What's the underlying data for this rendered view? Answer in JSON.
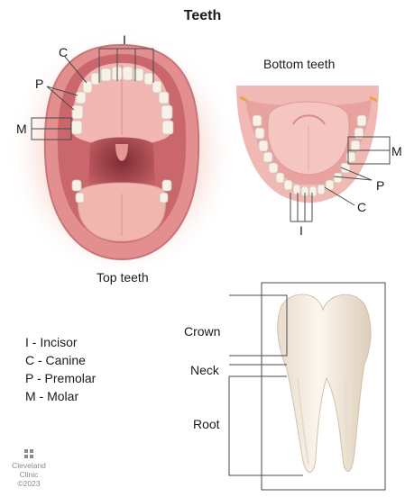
{
  "title": "Teeth",
  "top_caption": "Top teeth",
  "bottom_caption": "Bottom teeth",
  "top_markers": {
    "i": "I",
    "c": "C",
    "p": "P",
    "m": "M"
  },
  "bottom_markers": {
    "m": "M",
    "p": "P",
    "c": "C",
    "i": "I"
  },
  "legend": [
    "I - Incisor",
    "C - Canine",
    "P - Premolar",
    "M - Molar"
  ],
  "tooth_labels": {
    "crown": "Crown",
    "neck": "Neck",
    "root": "Root"
  },
  "logo": {
    "line1": "Cleveland",
    "line2": "Clinic",
    "line3": "©2023"
  },
  "colors": {
    "gum": "#e89a9a",
    "palate": "#f1b8b3",
    "throat": "#b8565a",
    "tongue": "#f2b9b4",
    "tooth": "#f6efe6",
    "glow": "#f6c6b8"
  }
}
